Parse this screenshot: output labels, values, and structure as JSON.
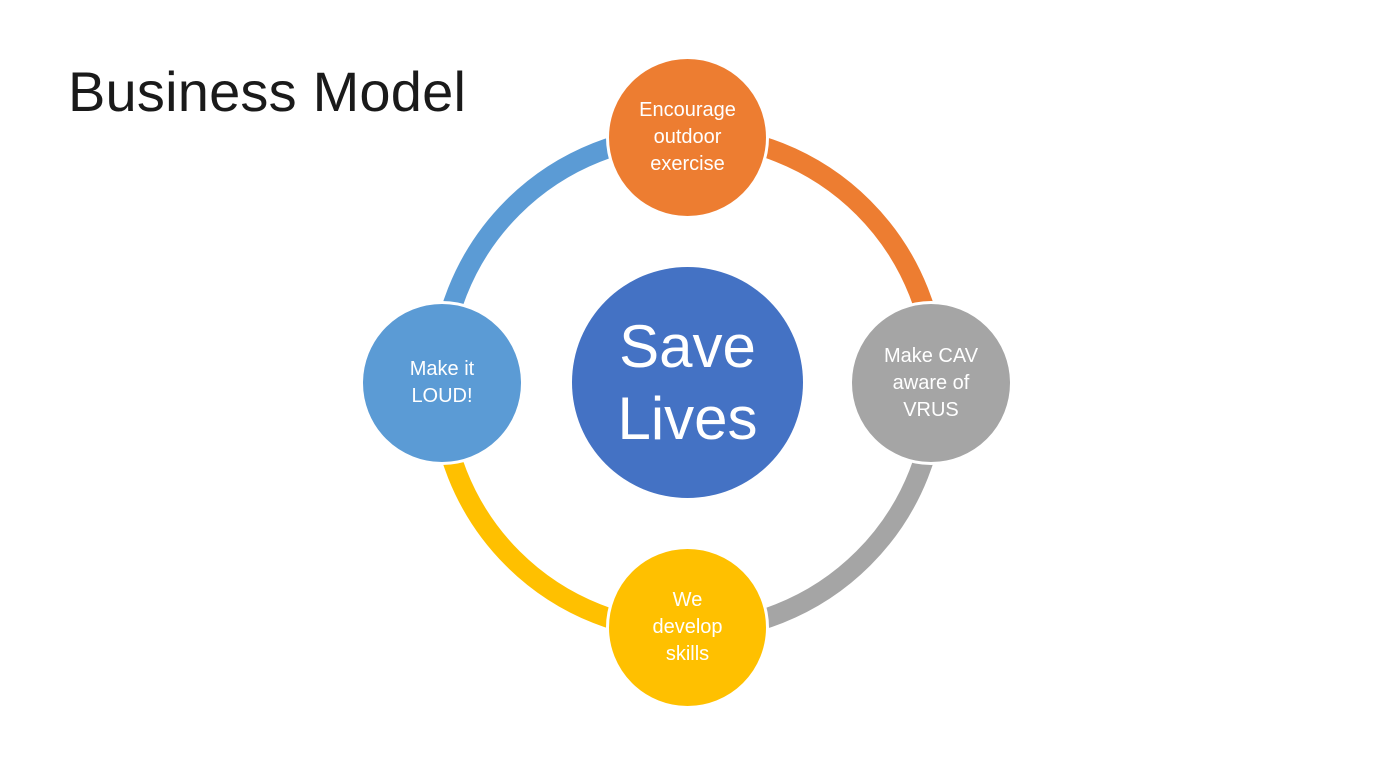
{
  "slide": {
    "title": "Business Model"
  },
  "diagram": {
    "center": {
      "label": "Save\nLives",
      "color": "#4472C4"
    },
    "nodes": [
      {
        "id": "top",
        "label": "Encourage\noutdoor\nexercise",
        "color": "#ED7D31"
      },
      {
        "id": "right",
        "label": "Make CAV\naware of\nVRUS",
        "color": "#A5A5A5"
      },
      {
        "id": "bottom",
        "label": "We\ndevelop\nskills",
        "color": "#FFC000"
      },
      {
        "id": "left",
        "label": "Make it\nLOUD!",
        "color": "#5B9BD5"
      }
    ]
  }
}
